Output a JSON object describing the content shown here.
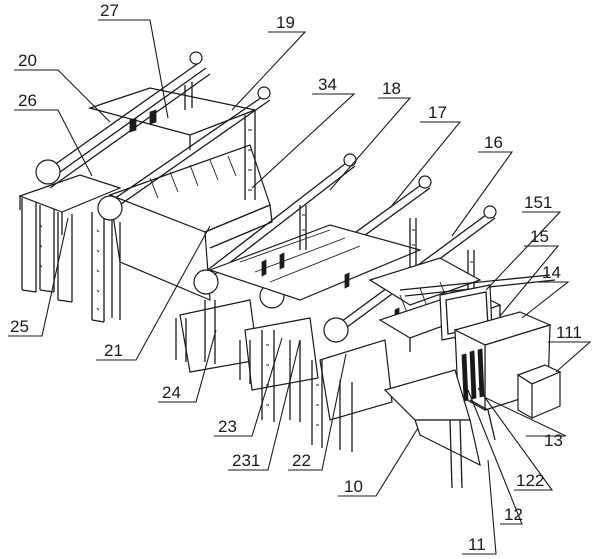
{
  "labels": [
    {
      "key": "27",
      "text": "27"
    },
    {
      "key": "19",
      "text": "19"
    },
    {
      "key": "20",
      "text": "20"
    },
    {
      "key": "34",
      "text": "34"
    },
    {
      "key": "18",
      "text": "18"
    },
    {
      "key": "26",
      "text": "26"
    },
    {
      "key": "17",
      "text": "17"
    },
    {
      "key": "16",
      "text": "16"
    },
    {
      "key": "151",
      "text": "151"
    },
    {
      "key": "15",
      "text": "15"
    },
    {
      "key": "14",
      "text": "14"
    },
    {
      "key": "111",
      "text": "111"
    },
    {
      "key": "25",
      "text": "25"
    },
    {
      "key": "21",
      "text": "21"
    },
    {
      "key": "24",
      "text": "24"
    },
    {
      "key": "23",
      "text": "23"
    },
    {
      "key": "13",
      "text": "13"
    },
    {
      "key": "231",
      "text": "231"
    },
    {
      "key": "22",
      "text": "22"
    },
    {
      "key": "122",
      "text": "122"
    },
    {
      "key": "10",
      "text": "10"
    },
    {
      "key": "12",
      "text": "12"
    },
    {
      "key": "11",
      "text": "11"
    }
  ]
}
